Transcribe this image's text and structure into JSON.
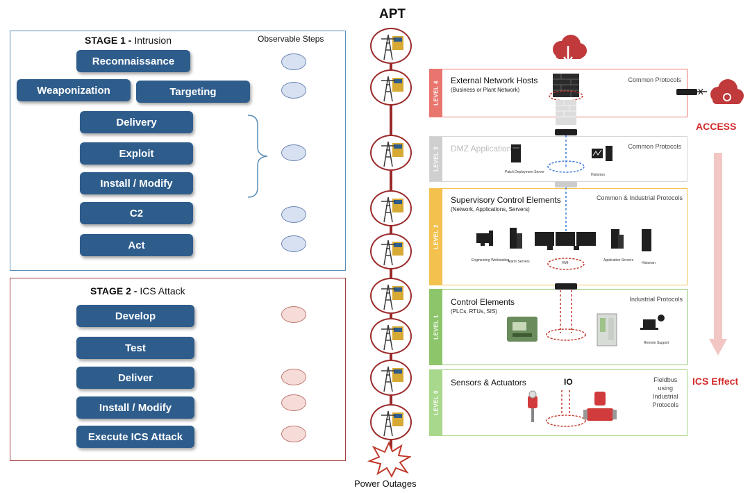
{
  "stage1": {
    "title": "STAGE 1 -",
    "subtitle": "Intrusion",
    "observable_label": "Observable Steps",
    "steps": [
      "Reconnaissance",
      "Weaponization",
      "Targeting",
      "Delivery",
      "Exploit",
      "Install / Modify",
      "C2",
      "Act"
    ]
  },
  "stage2": {
    "title": "STAGE 2 -",
    "subtitle": "ICS Attack",
    "steps": [
      "Develop",
      "Test",
      "Deliver",
      "Install / Modify",
      "Execute ICS Attack"
    ]
  },
  "apt": {
    "title": "APT",
    "outage_label": "Power Outages"
  },
  "levels": [
    {
      "tab": "LEVEL 4",
      "title": "External Network Hosts",
      "subtitle": "(Business or Plant Network)",
      "protocols": "Common Protocols"
    },
    {
      "tab": "LEVEL 3",
      "title": "DMZ Application",
      "subtitle": "",
      "protocols": "Common Protocols"
    },
    {
      "tab": "LEVEL 2",
      "title": "Supervisory Control Elements",
      "subtitle": "(Network, Applications, Servers)",
      "protocols": "Common & Industrial Protocols"
    },
    {
      "tab": "LEVEL 1",
      "title": "Control Elements",
      "subtitle": "(PLCs, RTUs, SIS)",
      "protocols": "Industrial Protocols"
    },
    {
      "tab": "LEVEL 0",
      "title": "Sensors & Actuators",
      "subtitle": "",
      "protocols": "Fieldbus\nusing\nIndustrial\nProtocols"
    }
  ],
  "device_labels": {
    "l3_server": "Patch Deployment Server",
    "l3_historian": "Historian",
    "l2_eng": "Engineering Workstation",
    "l2_alarm": "Alarm Servers",
    "l2_hmi": "HMI",
    "l2_app": "Application Servers",
    "l2_hist": "Historian",
    "l1_remote": "Remote Support"
  },
  "io_label": "IO",
  "access_label": "ACCESS",
  "ics_effect_label": "ICS Effect",
  "colors": {
    "button": "#2e5d8c",
    "level4": "#e8766e",
    "level3": "#cfcfcf",
    "level2": "#f2c14e",
    "level1": "#8cc56a",
    "level0": "#a8d88c",
    "accent_red": "#d42b2b"
  }
}
